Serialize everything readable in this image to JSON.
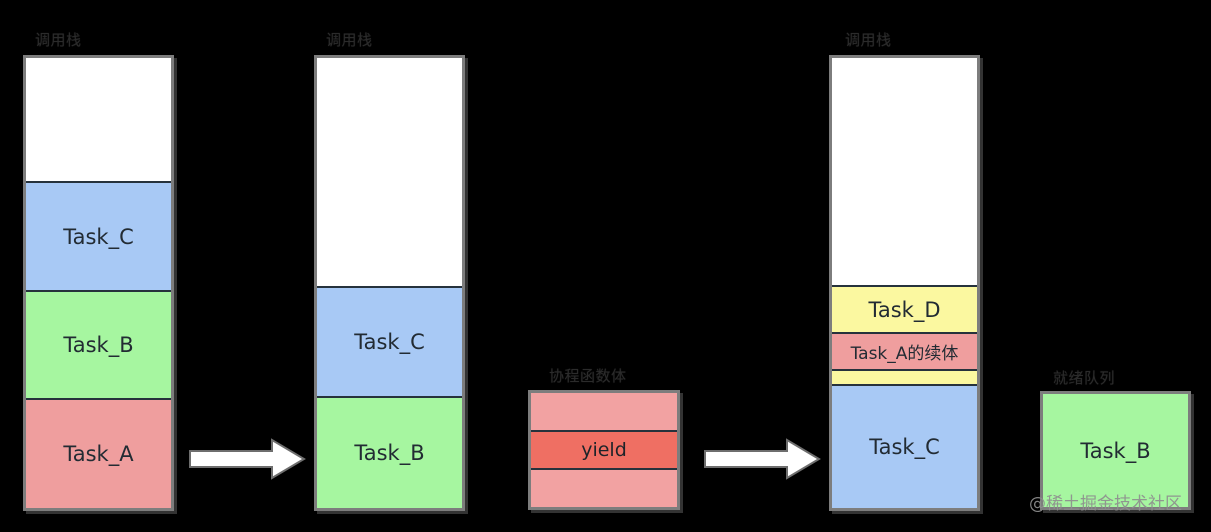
{
  "diagram": {
    "title": "Coroutine stack transition diagram",
    "background": "#000000",
    "colors": {
      "blue": "#a8c9f5",
      "green": "#a6f6a0",
      "pink": "#ef9e9e",
      "yellow": "#fbf8a0",
      "yield_band": "#ef6f63",
      "yield_frame": "#f2a2a2",
      "frame_border": "#7d7d7d",
      "segment_border": "#26323c",
      "arrow_fill": "#ffffff",
      "caption_text": "#2b2b2b"
    }
  },
  "captions": {
    "stack1": "调用栈",
    "stack2": "调用栈",
    "yieldbox": "协程函数体",
    "stack3": "调用栈",
    "taskb_box": "就绪队列"
  },
  "stacks": [
    {
      "id": "stack-1",
      "segments": [
        {
          "label": "",
          "color": "empty"
        },
        {
          "label": "Task_C",
          "color": "blue"
        },
        {
          "label": "Task_B",
          "color": "green"
        },
        {
          "label": "Task_A",
          "color": "pink"
        }
      ]
    },
    {
      "id": "stack-2",
      "segments": [
        {
          "label": "",
          "color": "empty"
        },
        {
          "label": "Task_C",
          "color": "blue"
        },
        {
          "label": "Task_B",
          "color": "green"
        }
      ]
    },
    {
      "id": "stack-3",
      "segments": [
        {
          "label": "",
          "color": "empty"
        },
        {
          "label": "Task_D",
          "color": "yellow"
        },
        {
          "label": "Task_A的续体",
          "color": "pink"
        },
        {
          "label": "",
          "color": "yellow"
        },
        {
          "label": "Task_C",
          "color": "blue"
        }
      ]
    }
  ],
  "yield_box": {
    "bands": [
      {
        "label": ""
      },
      {
        "label": "yield"
      },
      {
        "label": ""
      }
    ]
  },
  "ready_box": {
    "label": "Task_B"
  },
  "arrows": [
    {
      "id": "arrow-1",
      "direction": "right"
    },
    {
      "id": "arrow-2",
      "direction": "right"
    }
  ],
  "watermark": {
    "text": "@稀土掘金技术社区"
  }
}
